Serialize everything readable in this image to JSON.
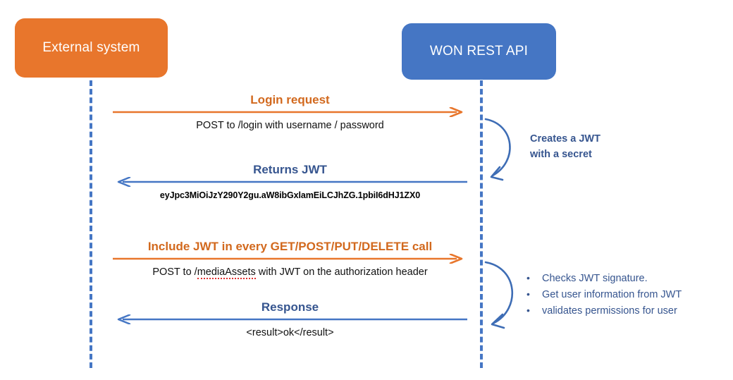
{
  "diagram": {
    "type": "sequence-diagram",
    "colors": {
      "orange": "#E8762C",
      "orange_text": "#D2691E",
      "blue": "#4576C4",
      "blue_text": "#36558F",
      "body_text": "#101010",
      "background": "#FFFFFF"
    },
    "participants": [
      {
        "id": "external",
        "label": "External system",
        "color": "#E8762C"
      },
      {
        "id": "api",
        "label": "WON REST API",
        "color": "#4576C4"
      }
    ],
    "messages": [
      {
        "id": "login-request",
        "title": "Login request",
        "subtitle": "POST to /login with username / password",
        "direction": "right",
        "color": "orange"
      },
      {
        "id": "returns-jwt",
        "title": "Returns JWT",
        "subtitle": "eyJpc3MiOiJzY290Y2gu.aW8ibGxlamEiLCJhZG.1pbiI6dHJ1ZX0",
        "direction": "left",
        "color": "blue"
      },
      {
        "id": "include-jwt",
        "title": "Include JWT in every GET/POST/PUT/DELETE call",
        "subtitle_before": "POST to /",
        "subtitle_spell": "mediaAssets",
        "subtitle_after": " with JWT on the authorization header",
        "direction": "right",
        "color": "orange"
      },
      {
        "id": "response",
        "title": "Response",
        "subtitle": "<result>ok</result>",
        "direction": "left",
        "color": "blue"
      }
    ],
    "notes": [
      {
        "id": "creates-jwt",
        "style": "bold-lines",
        "lines": [
          "Creates a JWT",
          "with a secret"
        ]
      },
      {
        "id": "validation-steps",
        "style": "bullets",
        "bullet_glyph": "•",
        "items": [
          "Checks JWT signature.",
          "Get user information from JWT",
          "validates permissions for user"
        ]
      }
    ]
  }
}
